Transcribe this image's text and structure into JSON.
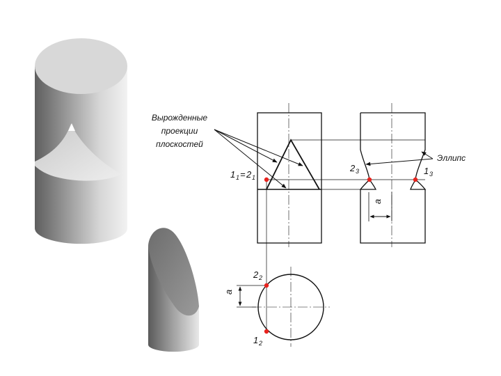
{
  "annotations": {
    "degenerate_line1": "Вырожденные",
    "degenerate_line2": "проекции",
    "degenerate_line3": "плоскостей",
    "ellipse": "Эллипс"
  },
  "points": {
    "p1_front": "1",
    "p1_front_sub": "1",
    "equals": "=",
    "p2_front": "2",
    "p2_front_sub": "1",
    "p2_side": "2",
    "p2_side_sub": "3",
    "p1_side": "1",
    "p1_side_sub": "3",
    "p2_top": "2",
    "p2_top_sub": "2",
    "p1_top": "1",
    "p1_top_sub": "2"
  },
  "dimensions": {
    "a_side": "a",
    "a_top": "a"
  },
  "colors": {
    "point_marker": "#e8231e",
    "line": "#111111",
    "solid_light": "#d9d9d9",
    "solid_dark": "#7a7a7a"
  }
}
